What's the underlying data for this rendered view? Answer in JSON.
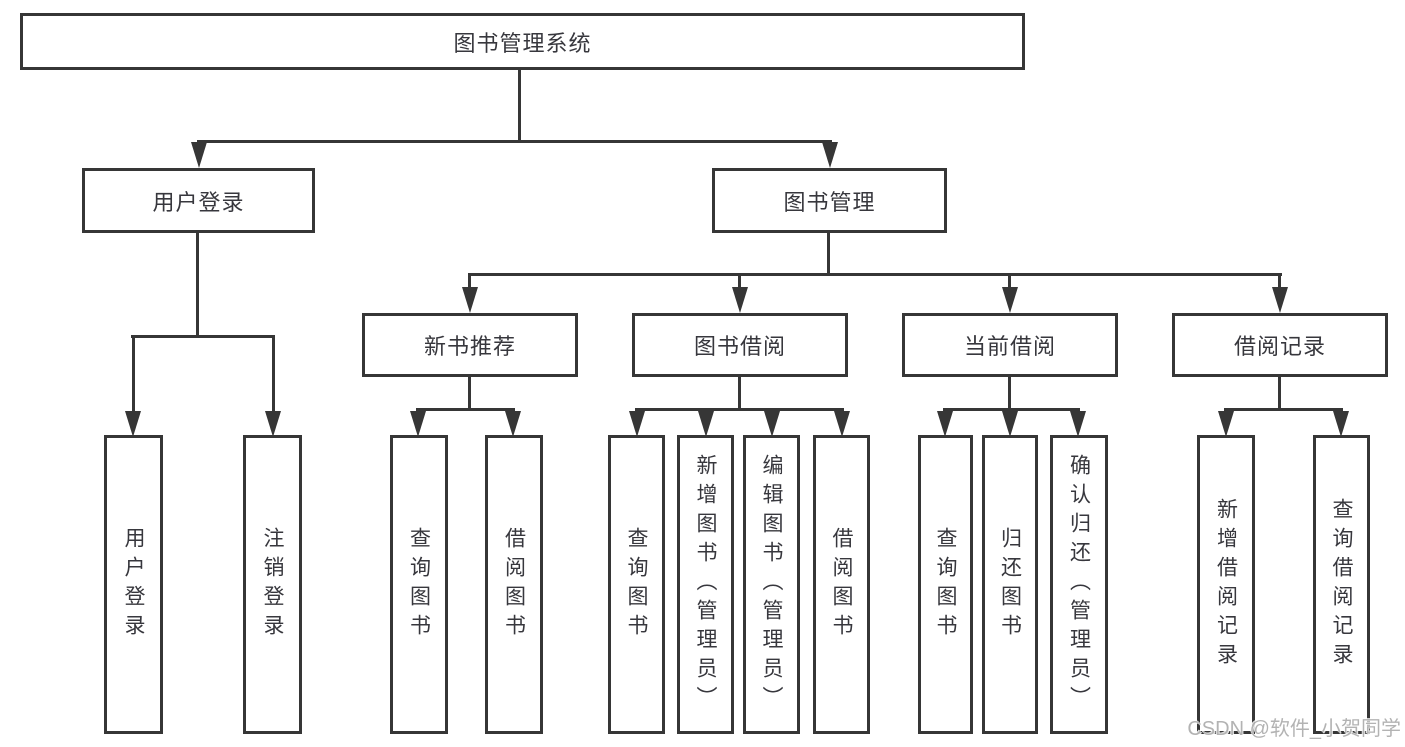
{
  "diagram": {
    "root": {
      "label": "图书管理系统"
    },
    "branches": [
      {
        "label": "用户登录",
        "children": [
          {
            "label": "用户登录"
          },
          {
            "label": "注销登录"
          }
        ]
      },
      {
        "label": "图书管理",
        "children": [
          {
            "label": "新书推荐",
            "children": [
              {
                "label": "查询图书"
              },
              {
                "label": "借阅图书"
              }
            ]
          },
          {
            "label": "图书借阅",
            "children": [
              {
                "label": "查询图书"
              },
              {
                "label": "新增图书（管理员）"
              },
              {
                "label": "编辑图书（管理员）"
              },
              {
                "label": "借阅图书"
              }
            ]
          },
          {
            "label": "当前借阅",
            "children": [
              {
                "label": "查询图书"
              },
              {
                "label": "归还图书"
              },
              {
                "label": "确认归还（管理员）"
              }
            ]
          },
          {
            "label": "借阅记录",
            "children": [
              {
                "label": "新增借阅记录"
              },
              {
                "label": "查询借阅记录"
              }
            ]
          }
        ]
      }
    ]
  },
  "watermark": {
    "text": "CSDN @软件_小贺同学"
  },
  "colors": {
    "line": "#363636",
    "text": "#37373d",
    "watermark": "#b3b3b3",
    "background": "#ffffff"
  }
}
